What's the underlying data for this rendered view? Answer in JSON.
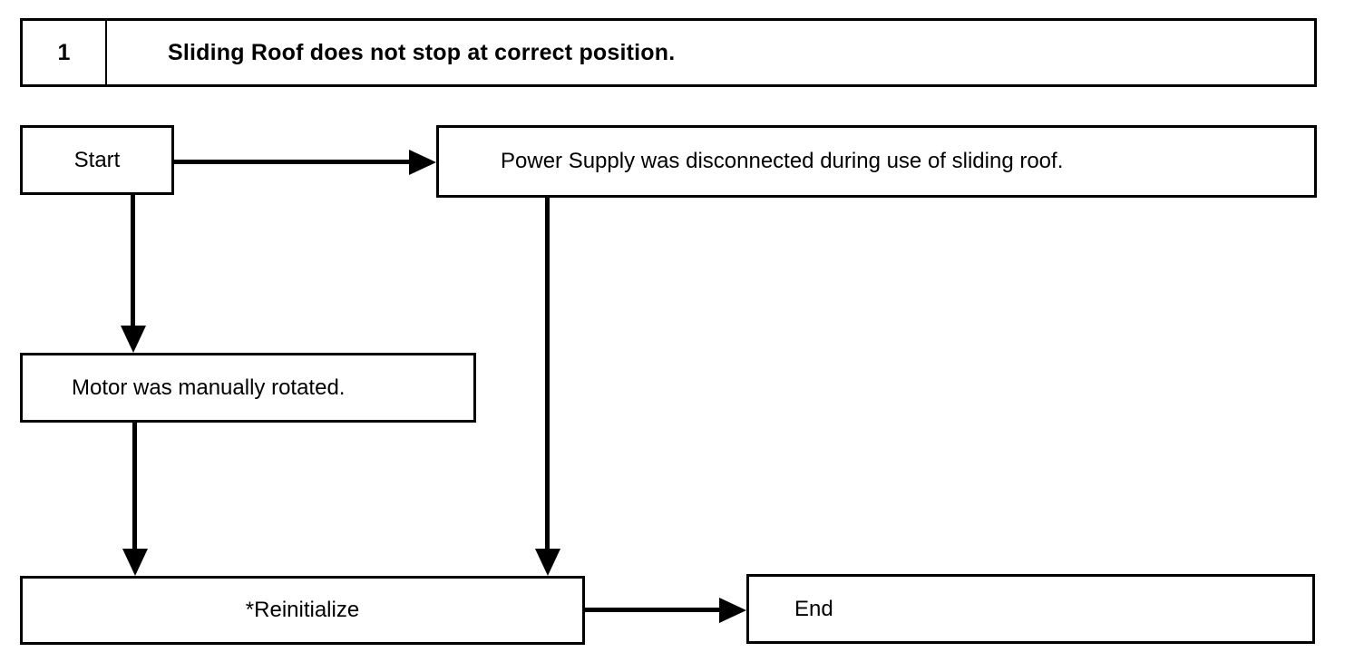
{
  "header": {
    "index": "1",
    "title": "Sliding Roof does not stop at correct position."
  },
  "flow": {
    "nodes": [
      {
        "id": "start",
        "label": "Start"
      },
      {
        "id": "power",
        "label": "Power Supply was disconnected during use of sliding roof."
      },
      {
        "id": "motor",
        "label": "Motor was manually rotated."
      },
      {
        "id": "reinit",
        "label": "*Reinitialize"
      },
      {
        "id": "end",
        "label": "End"
      }
    ],
    "edges": [
      {
        "from": "start",
        "to": "power",
        "direction": "right"
      },
      {
        "from": "start",
        "to": "motor",
        "direction": "down"
      },
      {
        "from": "power",
        "to": "reinit",
        "direction": "down"
      },
      {
        "from": "motor",
        "to": "reinit",
        "direction": "down"
      },
      {
        "from": "reinit",
        "to": "end",
        "direction": "right"
      }
    ]
  },
  "colors": {
    "stroke": "#000000",
    "background": "#ffffff",
    "text": "#000000"
  }
}
